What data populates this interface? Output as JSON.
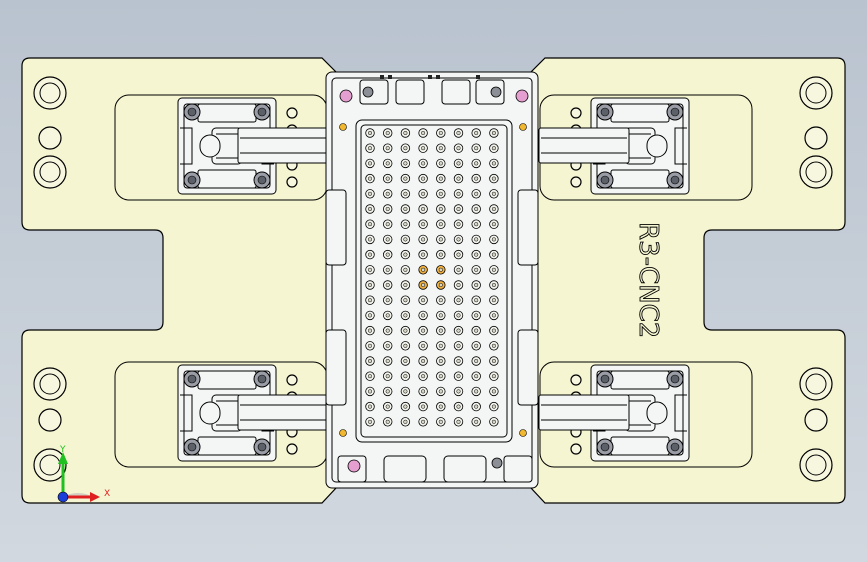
{
  "part_marking": "R3-CNC2",
  "triad": {
    "x_label": "X",
    "y_label": "Y",
    "x_color": "#e02020",
    "y_color": "#20c020",
    "z_color": "#1a3fd8"
  },
  "colors": {
    "plate": "#f5f5d2",
    "inner": "#f4f6f6",
    "highlight_pin": "#f0b040",
    "gold_marker": "#f1b730",
    "pink_marker": "#e49fd0"
  },
  "socket_grid": {
    "columns": 8,
    "rows": 20,
    "highlighted": [
      [
        3,
        9
      ],
      [
        4,
        9
      ],
      [
        3,
        10
      ],
      [
        4,
        10
      ]
    ]
  }
}
